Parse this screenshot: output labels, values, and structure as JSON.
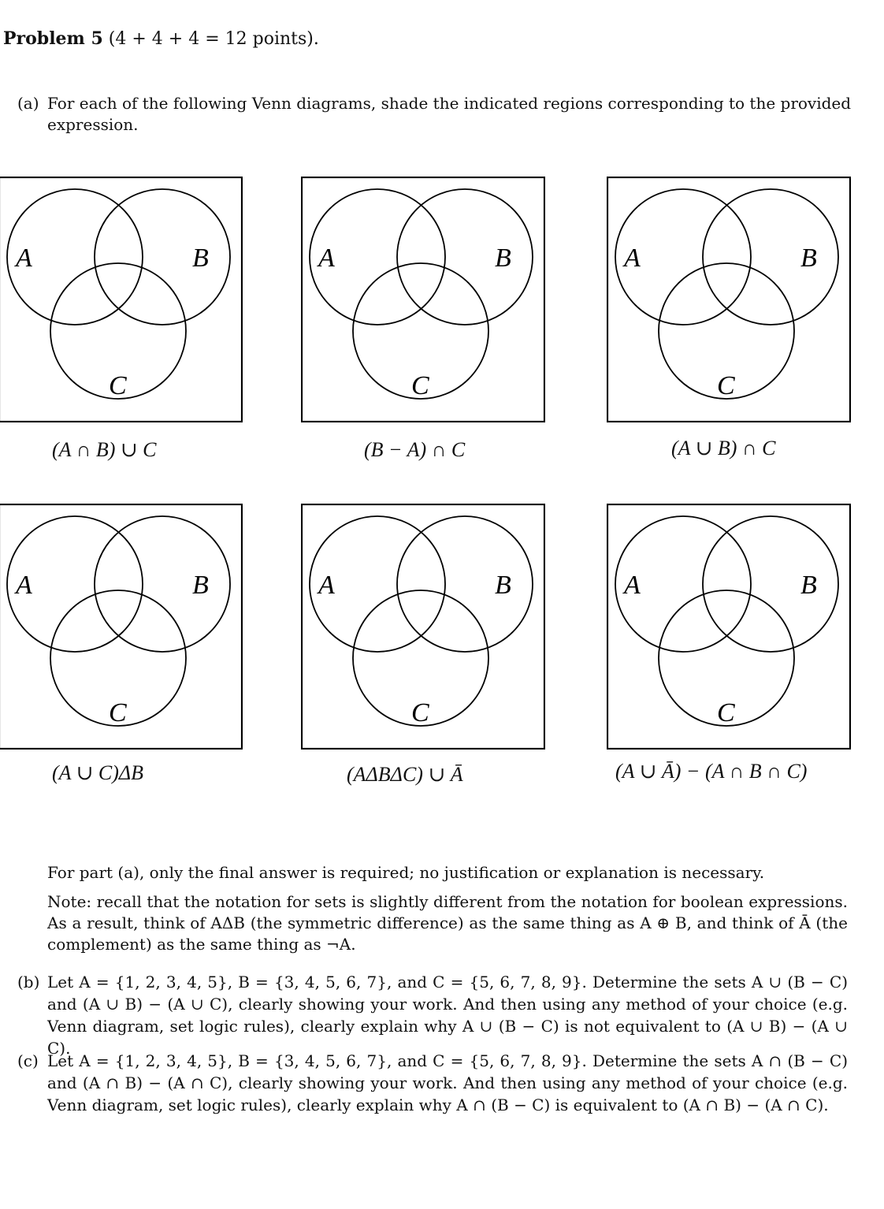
{
  "problem": {
    "heading": "Problem 5",
    "points": "(4 + 4 + 4 = 12 points)."
  },
  "part_a": {
    "label": "(a)",
    "text": "For each of the following Venn diagrams, shade the indicated regions corresponding to the provided expression."
  },
  "venn_labels": {
    "a": "A",
    "b": "B",
    "c": "C"
  },
  "diagrams": [
    {
      "expression": "(A ∩ B) ∪ C"
    },
    {
      "expression": "(B − A) ∩ C"
    },
    {
      "expression": "(A ∪ B) ∩ C"
    },
    {
      "expression": "(A ∪ C)ΔB"
    },
    {
      "expression": "(AΔBΔC) ∪ Ā"
    },
    {
      "expression": "(A ∪ Ā) − (A ∩ B ∩ C)"
    }
  ],
  "notes": {
    "final_answer": "For part (a), only the final answer is required; no justification or explanation is necessary.",
    "notation": "Note: recall that the notation for sets is slightly different from the notation for boolean expressions. As a result, think of AΔB (the symmetric difference) as the same thing as A ⊕ B, and think of Ā (the complement) as the same thing as ¬A."
  },
  "part_b": {
    "label": "(b)",
    "text": "Let A = {1, 2, 3, 4, 5}, B = {3, 4, 5, 6, 7}, and C = {5, 6, 7, 8, 9}. Determine the sets A ∪ (B − C) and (A ∪ B) − (A ∪ C), clearly showing your work. And then using any method of your choice (e.g. Venn diagram, set logic rules), clearly explain why A ∪ (B − C) is not equivalent to (A ∪ B) − (A ∪ C)."
  },
  "part_c": {
    "label": "(c)",
    "text": "Let A = {1, 2, 3, 4, 5}, B = {3, 4, 5, 6, 7}, and C = {5, 6, 7, 8, 9}. Determine the sets A ∩ (B − C) and (A ∩ B) − (A ∩ C), clearly showing your work. And then using any method of your choice (e.g. Venn diagram, set logic rules), clearly explain why A ∩ (B − C) is equivalent to (A ∩ B) − (A ∩ C)."
  }
}
